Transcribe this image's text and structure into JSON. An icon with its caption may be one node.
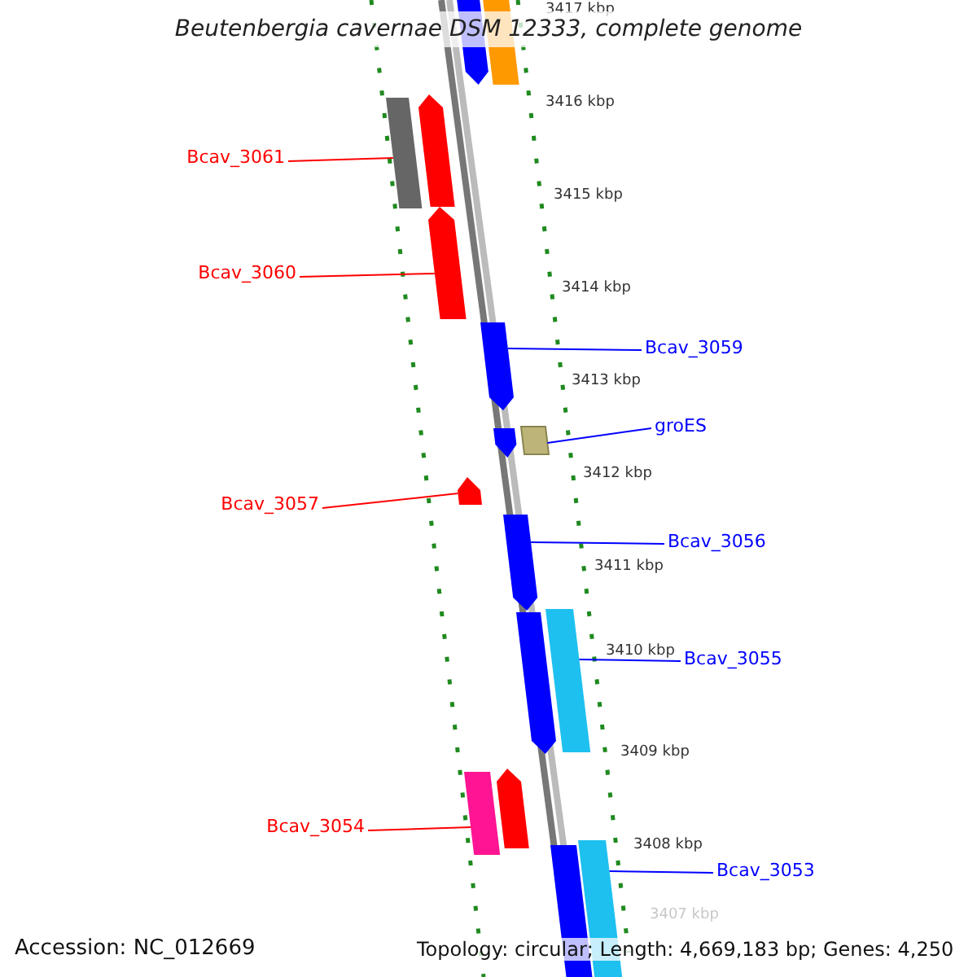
{
  "diagram": {
    "title": "Beutenbergia cavernae DSM 12333, complete genome",
    "nodes": [
      {
        "text": [],
        "shape": "arrow"
      },
      {
        "text": [],
        "shape": "bar"
      },
      {
        "text": [
          "Bcav_3061"
        ]
      },
      {
        "text": [],
        "shape": "bar"
      },
      {
        "text": [],
        "shape": "arrow"
      },
      {
        "text": [
          "Bcav_3060"
        ]
      },
      {
        "text": [],
        "shape": "arrow"
      },
      {
        "text": [
          "Bcav_3059"
        ]
      },
      {
        "text": [],
        "shape": "arrow"
      },
      {
        "text": [],
        "shape": "arrow"
      },
      {
        "text": [],
        "shape": "box"
      },
      {
        "text": [
          "groES"
        ]
      },
      {
        "text": [
          "Bcav_3057"
        ]
      },
      {
        "text": [],
        "shape": "arrow"
      },
      {
        "text": [
          "Bcav_3056"
        ]
      },
      {
        "text": [],
        "shape": "arrow"
      },
      {
        "text": [],
        "shape": "arrow"
      },
      {
        "text": [],
        "shape": "bar"
      },
      {
        "text": [
          "Bcav_3055"
        ]
      },
      {
        "text": [
          "Bcav_3054"
        ]
      },
      {
        "text": [],
        "shape": "bar"
      },
      {
        "text": [],
        "shape": "arrow"
      },
      {
        "text": [],
        "shape": "arrow"
      },
      {
        "text": [],
        "shape": "bar"
      },
      {
        "text": [
          "Bcav_3053"
        ]
      }
    ],
    "edges": [
      {
        "from": 2,
        "to": 3,
        "arrow": "none",
        "color": "#ff0000"
      },
      {
        "from": 5,
        "to": 6,
        "arrow": "none",
        "color": "#ff0000"
      },
      {
        "from": 7,
        "to": 8,
        "arrow": "none",
        "color": "#0000ff"
      },
      {
        "from": 11,
        "to": 10,
        "arrow": "none",
        "color": "#0000ff"
      },
      {
        "from": 12,
        "to": 13,
        "arrow": "none",
        "color": "#ff0000"
      },
      {
        "from": 14,
        "to": 15,
        "arrow": "none",
        "color": "#0000ff"
      },
      {
        "from": 18,
        "to": 17,
        "arrow": "none",
        "color": "#0000ff"
      },
      {
        "from": 19,
        "to": 20,
        "arrow": "none",
        "color": "#ff0000"
      },
      {
        "from": 24,
        "to": 23,
        "arrow": "none",
        "color": "#0000ff"
      }
    ],
    "labels": [
      "3417 kbp",
      "3416 kbp",
      "3415 kbp",
      "3414 kbp",
      "3413 kbp",
      "3412 kbp",
      "3411 kbp",
      "3410 kbp",
      "3409 kbp",
      "3408 kbp",
      "3407 kbp",
      "Accession: NC_012669",
      "Topology: circular; Length: 4,669,183 bp; Genes: 4,250"
    ]
  }
}
